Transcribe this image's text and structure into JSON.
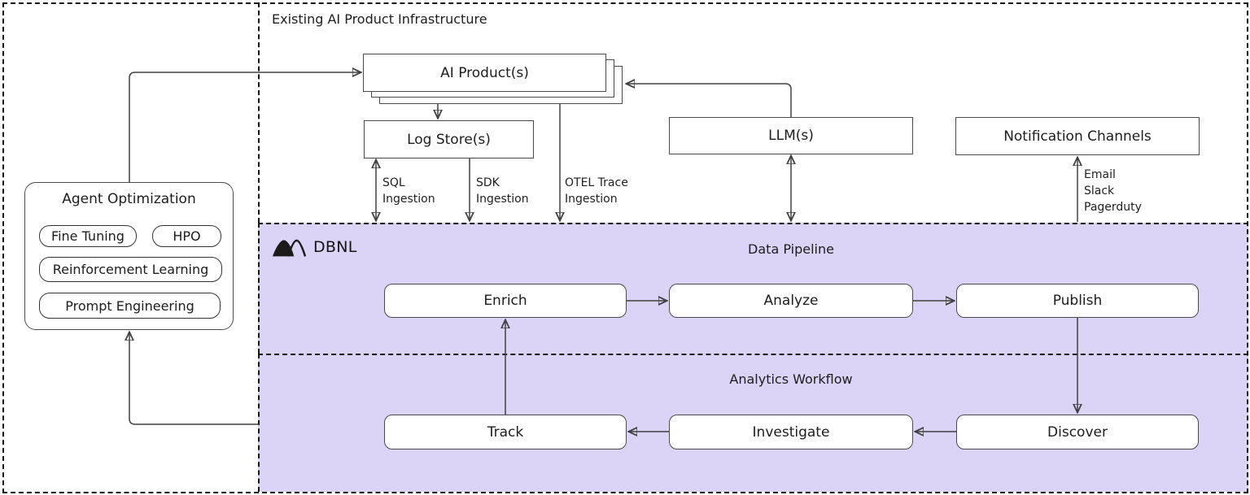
{
  "colors": {
    "band_purple": "#dbd4f7",
    "wire_stroke": "#404040",
    "box_border": "#4a4a4a",
    "text": "#1d1d1d"
  },
  "infrastructure": {
    "title": "Existing AI Product Infrastructure",
    "nodes": {
      "ai_product": "AI Product(s)",
      "log_store": "Log Store(s)",
      "llm": "LLM(s)",
      "notification_channels": "Notification Channels"
    },
    "edge_labels": {
      "sql": "SQL\nIngestion",
      "sdk": "SDK\nIngestion",
      "otel": "OTEL Trace\nIngestion",
      "notification": "Email\nSlack\nPagerduty"
    }
  },
  "agent_optimization": {
    "title": "Agent Optimization",
    "techniques": [
      "Fine Tuning",
      "HPO",
      "Reinforcement Learning",
      "Prompt Engineering"
    ]
  },
  "dbnl": {
    "brand": "DBNL",
    "data_pipeline": {
      "title": "Data Pipeline",
      "steps": [
        "Enrich",
        "Analyze",
        "Publish"
      ]
    },
    "analytics_workflow": {
      "title": "Analytics Workflow",
      "steps": [
        "Track",
        "Investigate",
        "Discover"
      ]
    }
  }
}
